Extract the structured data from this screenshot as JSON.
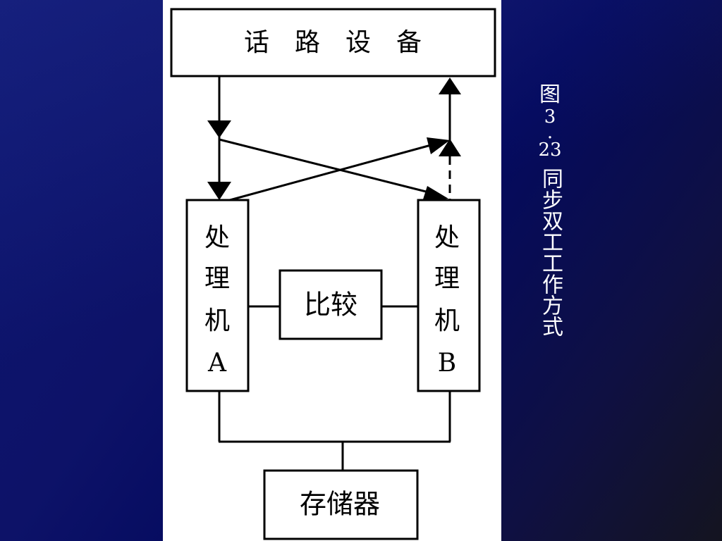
{
  "diagram": {
    "top_box": "话　路　设　备",
    "proc_a": [
      "处",
      "理",
      "机",
      "A"
    ],
    "proc_b": [
      "处",
      "理",
      "机",
      "B"
    ],
    "compare": "比较",
    "memory": "存储器"
  },
  "caption": {
    "fig_char": "图",
    "fig_num": "3",
    "fig_dot": ".",
    "fig_sub": "23",
    "title": "同步双工工作方式"
  },
  "colors": {
    "background": "#0b1366",
    "panel": "#ffffff",
    "line": "#000000",
    "caption_text": "#ffffff"
  }
}
